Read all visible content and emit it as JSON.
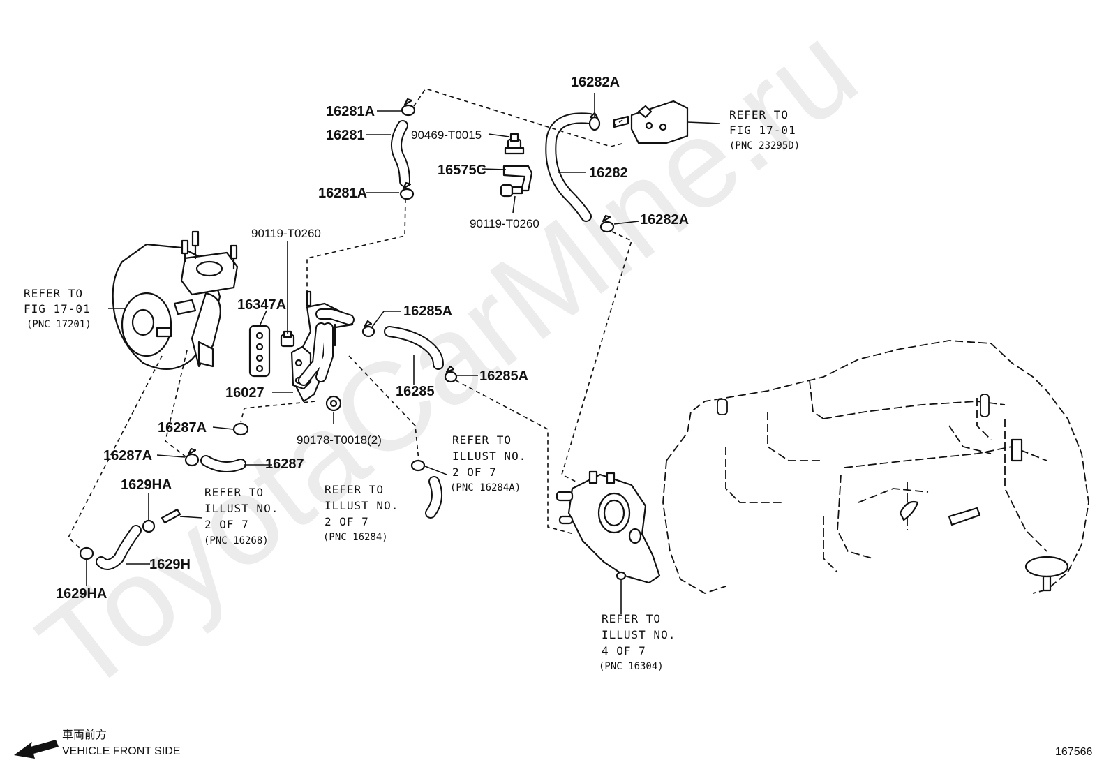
{
  "watermark": "ToyotaCarMine.ru",
  "labels": {
    "p16281A_top": "16281A",
    "p16281": "16281",
    "p16281A_bot": "16281A",
    "p90469": "90469-T0015",
    "p16575C": "16575C",
    "p90119_right": "90119-T0260",
    "p16282A_top": "16282A",
    "p16282": "16282",
    "p16282A_right": "16282A",
    "p90119_left": "90119-T0260",
    "p16347A": "16347A",
    "p16285A_top": "16285A",
    "p16285": "16285",
    "p16285A_right": "16285A",
    "p16027": "16027",
    "p90178": "90178-T0018(2)",
    "p16287A_top": "16287A",
    "p16287A_left": "16287A",
    "p16287": "16287",
    "p1629HA_top": "1629HA",
    "p1629H": "1629H",
    "p1629HA_bot": "1629HA"
  },
  "refs": {
    "fig_17_01_right": {
      "line1": "REFER TO",
      "line2": "FIG 17-01",
      "pnc": "(PNC 23295D)"
    },
    "fig_17_01_left": {
      "line1": "REFER TO",
      "line2": "FIG 17-01",
      "pnc": "(PNC 17201)"
    },
    "illust_16284A": {
      "line1": "REFER TO",
      "line2": "ILLUST NO.",
      "line3": "2 OF 7",
      "pnc": "(PNC 16284A)"
    },
    "illust_16284": {
      "line1": "REFER TO",
      "line2": "ILLUST NO.",
      "line3": "2 OF 7",
      "pnc": "(PNC 16284)"
    },
    "illust_16268": {
      "line1": "REFER TO",
      "line2": "ILLUST NO.",
      "line3": "2 OF 7",
      "pnc": "(PNC 16268)"
    },
    "illust_16304": {
      "line1": "REFER TO",
      "line2": "ILLUST NO.",
      "line3": "4 OF 7",
      "pnc": "(PNC 16304)"
    }
  },
  "direction": {
    "japanese": "車両前方",
    "english": "VEHICLE FRONT SIDE"
  },
  "figure_number": "167566",
  "icons": {
    "direction_arrow": "arrow-down-left-icon"
  }
}
